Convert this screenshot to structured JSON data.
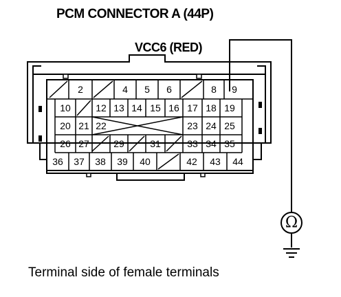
{
  "title": "PCM CONNECTOR A (44P)",
  "wire_label": "VCC6 (RED)",
  "caption": "Terminal side of female terminals",
  "meter_symbol": "Ω",
  "meter_icon": "ohmmeter-icon",
  "ground_icon": "ground-icon",
  "terminals": {
    "row1": [
      "2",
      "4",
      "5",
      "6",
      "8",
      "9"
    ],
    "row2": [
      "10",
      "12",
      "13",
      "14",
      "15",
      "16",
      "17",
      "18",
      "19"
    ],
    "row3": [
      "20",
      "21",
      "22",
      "23",
      "24",
      "25"
    ],
    "row4": [
      "26",
      "27",
      "29",
      "31",
      "33",
      "34",
      "35"
    ],
    "row5": [
      "36",
      "37",
      "38",
      "39",
      "40",
      "42",
      "43",
      "44"
    ]
  }
}
